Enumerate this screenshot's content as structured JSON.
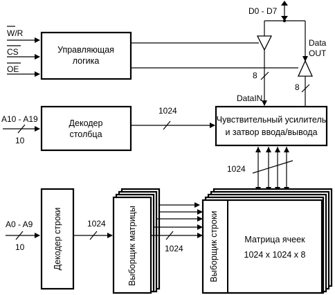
{
  "signals": {
    "wr": "W/R",
    "cs": "CS",
    "oe": "OE",
    "data_bus": "D0 - D7",
    "data_out_line1": "Data",
    "data_out_line2": "OUT",
    "data_in": "DataIN",
    "col_addr": "A10 - A19",
    "col_addr_width": "10",
    "row_addr": "A0 - A9",
    "row_addr_width": "10"
  },
  "bus_widths": {
    "data_in_width": "8",
    "data_out_width": "8",
    "col_dec_out": "1024",
    "sense_to_array": "1024",
    "row_dec_out": "1024",
    "row_sel_out": "1024"
  },
  "blocks": {
    "control_logic": [
      "Управляющая",
      "логика"
    ],
    "column_decoder": [
      "Декодер",
      "столбца"
    ],
    "sense_amp": [
      "Чувствительный усилитель",
      "и затвор ввода/вывода"
    ],
    "row_decoder": "Декодер строки",
    "matrix_selector": "Выборщик матрицы",
    "row_selector": "Выборщик строки",
    "cell_matrix": [
      "Матрица ячеек",
      "1024 x 1024 x 8"
    ]
  }
}
